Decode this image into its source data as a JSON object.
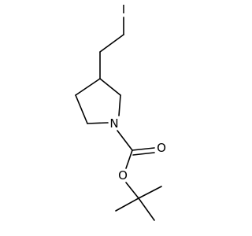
{
  "molecule": {
    "atoms": {
      "iodine": "I",
      "nitrogen": "N",
      "carbonyl_oxygen": "O",
      "ester_oxygen": "O"
    }
  },
  "colors": {
    "bond": "#000000",
    "label": "#000000",
    "background": "#ffffff"
  }
}
